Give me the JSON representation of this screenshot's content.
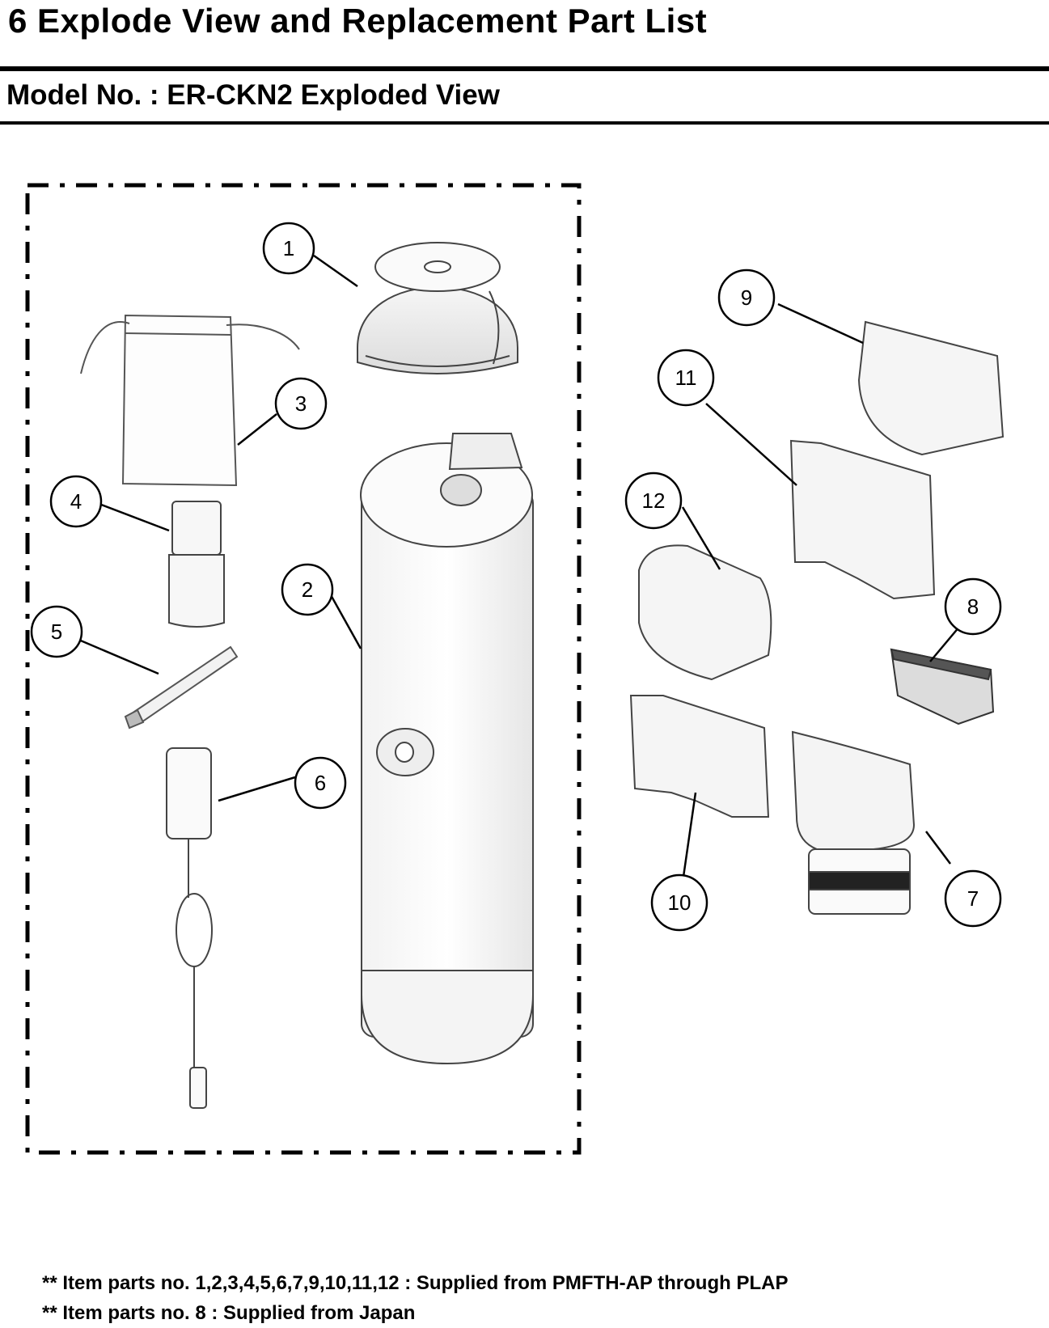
{
  "header": {
    "title": "6 Explode View and Replacement Part List",
    "subtitle": "Model No. : ER-CKN2 Exploded View"
  },
  "callouts": [
    "1",
    "2",
    "3",
    "4",
    "5",
    "6",
    "7",
    "8",
    "9",
    "10",
    "11",
    "12"
  ],
  "notes": [
    "** Item parts no. 1,2,3,4,5,6,7,9,10,11,12 : Supplied from PMFTH-AP through PLAP",
    "** Item parts no. 8 : Supplied from Japan"
  ]
}
